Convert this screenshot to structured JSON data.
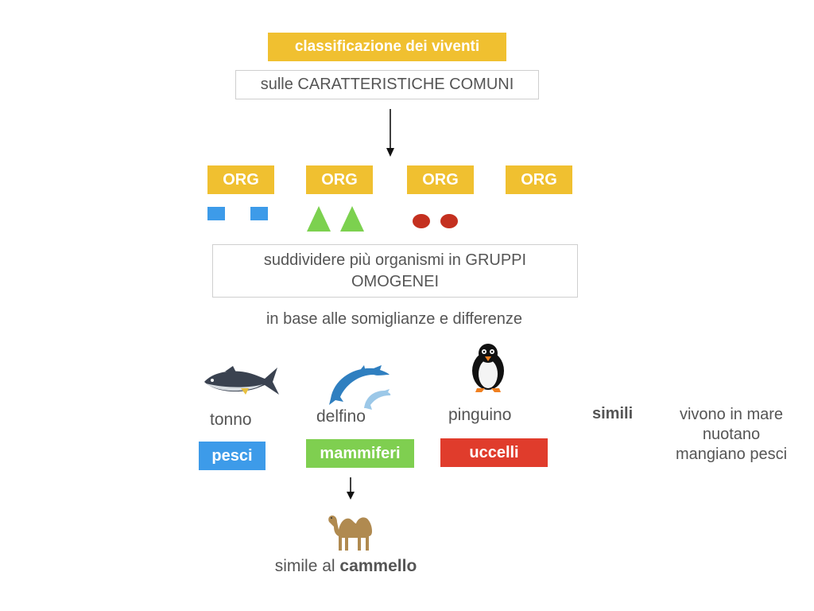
{
  "title": "classificazione dei viventi",
  "subtitle": "sulle CARATTERISTICHE COMUNI",
  "org_boxes": [
    "ORG",
    "ORG",
    "ORG",
    "ORG"
  ],
  "group_text_line1": "suddividere più organismi in GRUPPI",
  "group_text_line2": "OMOGENEI",
  "basis_text": "in base alle somiglianze e differenze",
  "animals": [
    {
      "label": "tonno",
      "class": "pesci",
      "icon": "tuna-fish-icon",
      "color": "#3d9be9"
    },
    {
      "label": "delfino",
      "class": "mammiferi",
      "icon": "dolphin-icon",
      "color": "#7fcf50"
    },
    {
      "label": "pinguino",
      "class": "uccelli",
      "icon": "penguin-icon",
      "color": "#e03c2c"
    }
  ],
  "simili_label": "simili",
  "traits": [
    "vivono in mare",
    "nuotano",
    "mangiano pesci"
  ],
  "camel_text_prefix": "simile al",
  "camel_text_bold": "cammello",
  "colors": {
    "org_yellow": "#f0c030",
    "square_blue": "#3d9be9",
    "triangle_green": "#7cd14f",
    "circle_red": "#c4301f"
  }
}
